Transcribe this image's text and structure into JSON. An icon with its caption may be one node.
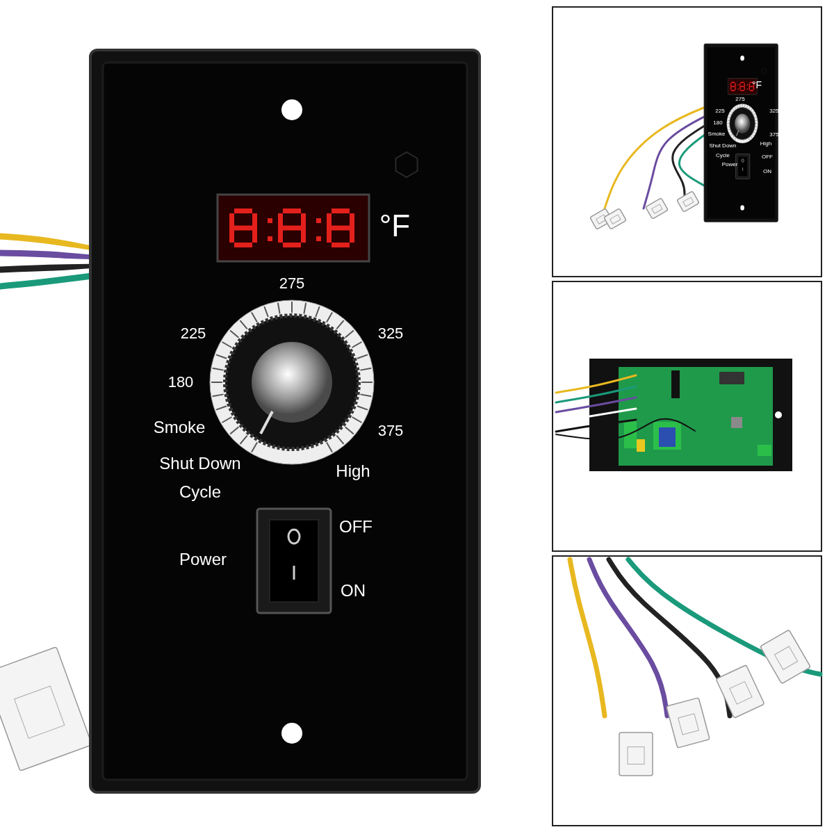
{
  "diagram": {
    "labels": [
      "°F",
      "275",
      "225",
      "325",
      "180",
      "Smoke",
      "375",
      "Shut Down Cycle",
      "High",
      "OFF",
      "Power",
      "ON",
      "°F",
      "275",
      "225",
      "325",
      "180",
      "Smoke",
      "375",
      "Shut Down Cycle",
      "High",
      "OFF",
      "Power",
      "ON"
    ]
  }
}
